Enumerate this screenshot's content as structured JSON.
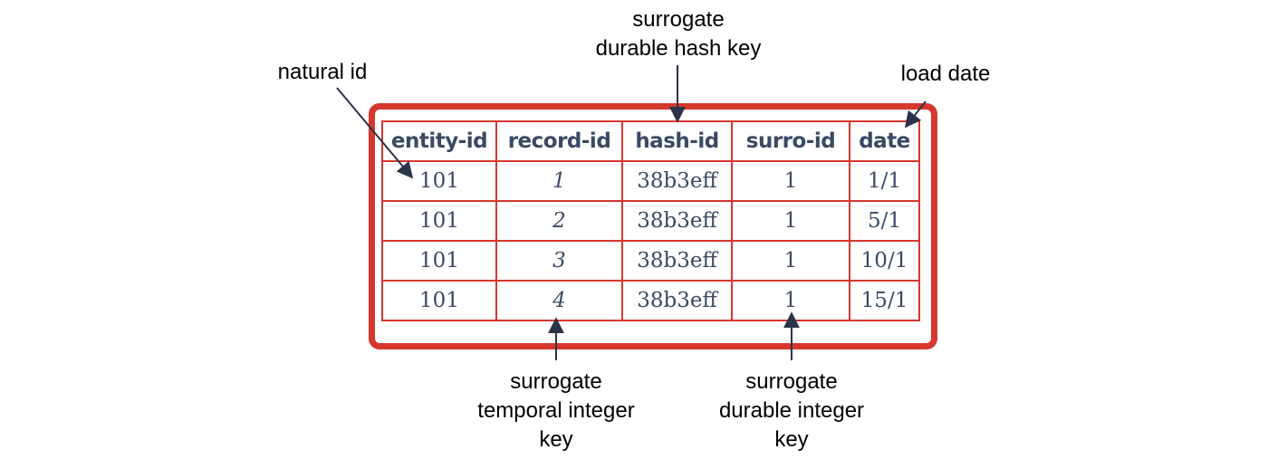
{
  "table": {
    "headers": [
      "entity-id",
      "record-id",
      "hash-id",
      "surro-id",
      "date"
    ],
    "rows": [
      [
        "101",
        "1",
        "38b3eff",
        "1",
        "1/1"
      ],
      [
        "101",
        "2",
        "38b3eff",
        "1",
        "5/1"
      ],
      [
        "101",
        "3",
        "38b3eff",
        "1",
        "10/1"
      ],
      [
        "101",
        "4",
        "38b3eff",
        "1",
        "15/1"
      ]
    ],
    "italic_columns": [
      1
    ]
  },
  "annotations": {
    "natural_id": [
      "natural id"
    ],
    "hash_key": [
      "surrogate",
      "durable hash key"
    ],
    "load_date": [
      "load date"
    ],
    "temporal_key": [
      "surrogate",
      "temporal integer",
      "key"
    ],
    "durable_int_key": [
      "surrogate",
      "durable integer",
      "key"
    ]
  },
  "colors": {
    "frame": "#d6372e",
    "cell_text": "#3a4a63",
    "arrow": "#2b3448"
  }
}
